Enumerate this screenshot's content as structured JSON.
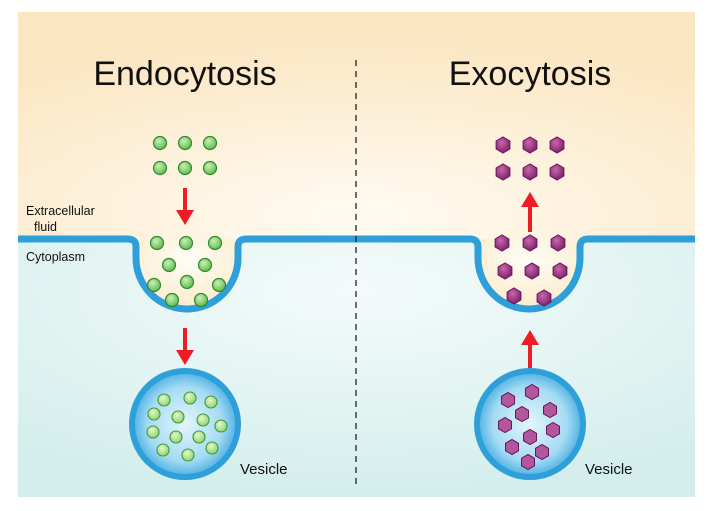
{
  "titles": {
    "left": "Endocytosis",
    "right": "Exocytosis"
  },
  "labels": {
    "extracellular_line1": "Extracellular",
    "extracellular_line2": "fluid",
    "cytoplasm": "Cytoplasm",
    "vesicle_left": "Vesicle",
    "vesicle_right": "Vesicle"
  },
  "colors": {
    "extracellular": "#fbe9c8",
    "cytoplasm": "#d8f0ef",
    "membrane": "#2e9fd9",
    "arrow": "#ee1c24",
    "green_particle": "#7fcf6b",
    "purple_particle": "#8e2a7a",
    "vesicle_fill": "#4fb4e6"
  }
}
